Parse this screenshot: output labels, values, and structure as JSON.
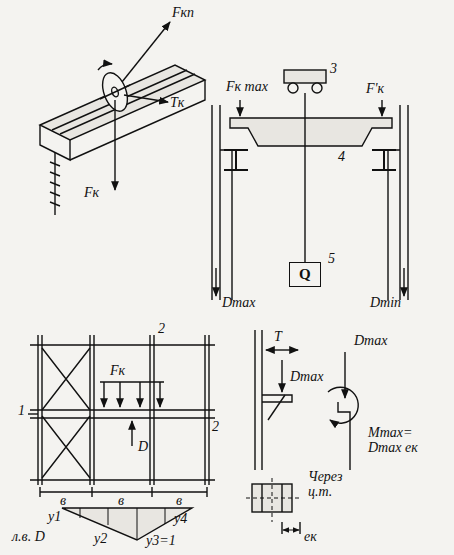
{
  "diagram": {
    "nodes": [
      {
        "text": [
          "Q"
        ]
      }
    ],
    "labels": [
      "Fкп",
      "Tк",
      "Fк",
      "Fк max",
      "3",
      "F'к",
      "4",
      "5",
      "Dmax",
      "Dmin",
      "1",
      "2",
      "2",
      "Fк",
      "D",
      "в",
      "в",
      "в",
      "л.в. D",
      "y1",
      "y2",
      "y3=1",
      "y4",
      "T",
      "Dmax",
      "Dmax",
      "Mmax= Dmax eк",
      "Через ц.т.",
      "eк"
    ]
  }
}
